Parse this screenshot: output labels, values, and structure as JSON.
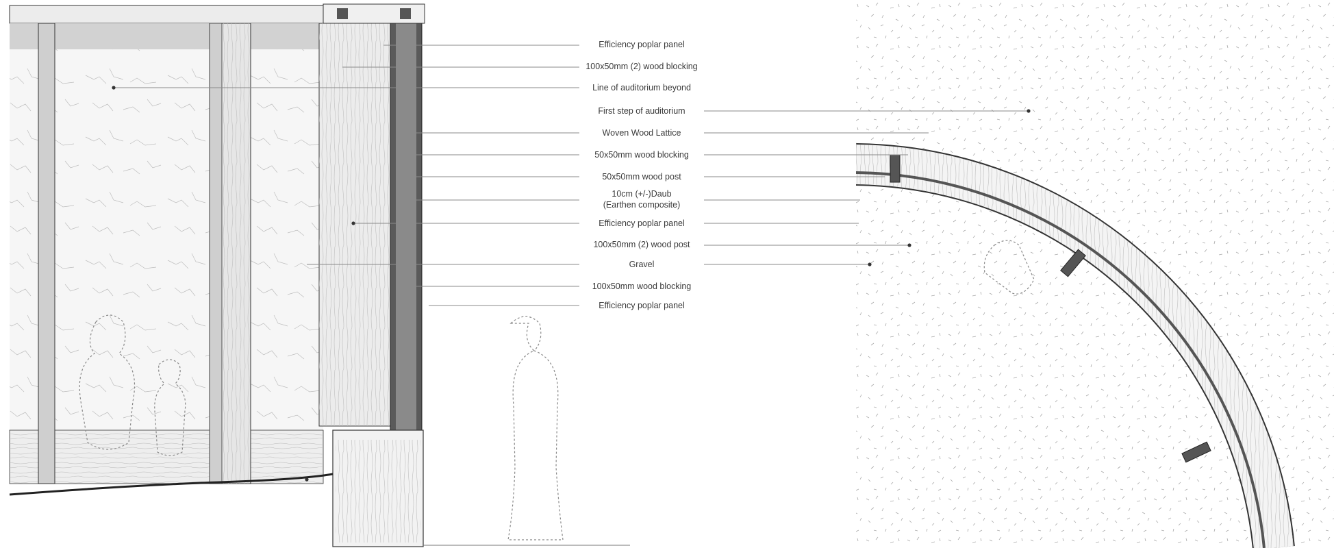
{
  "labels": [
    {
      "id": "panel-top",
      "text": "Efficiency poplar panel"
    },
    {
      "id": "blocking-2",
      "text": "100x50mm (2) wood blocking"
    },
    {
      "id": "auditorium-line",
      "text": "Line of auditorium beyond"
    },
    {
      "id": "first-step",
      "text": "First step of auditorium"
    },
    {
      "id": "lattice",
      "text": "Woven Wood Lattice"
    },
    {
      "id": "blocking-50",
      "text": "50x50mm wood blocking"
    },
    {
      "id": "post-50",
      "text": "50x50mm wood post"
    },
    {
      "id": "daub-line1",
      "text": "10cm (+/-)Daub"
    },
    {
      "id": "daub-line2",
      "text": "(Earthen composite)"
    },
    {
      "id": "panel-mid",
      "text": "Efficiency poplar panel"
    },
    {
      "id": "post-100",
      "text": "100x50mm (2) wood post"
    },
    {
      "id": "gravel",
      "text": "Gravel"
    },
    {
      "id": "blocking-100",
      "text": "100x50mm wood blocking"
    },
    {
      "id": "panel-bottom",
      "text": "Efficiency poplar panel"
    }
  ],
  "colors": {
    "line": "#333333",
    "leader": "#8a8a8a",
    "fill_light": "#f4f4f4",
    "fill_mid": "#dcdcdc",
    "fill_dark": "#555555",
    "text": "#3a3a3a"
  }
}
